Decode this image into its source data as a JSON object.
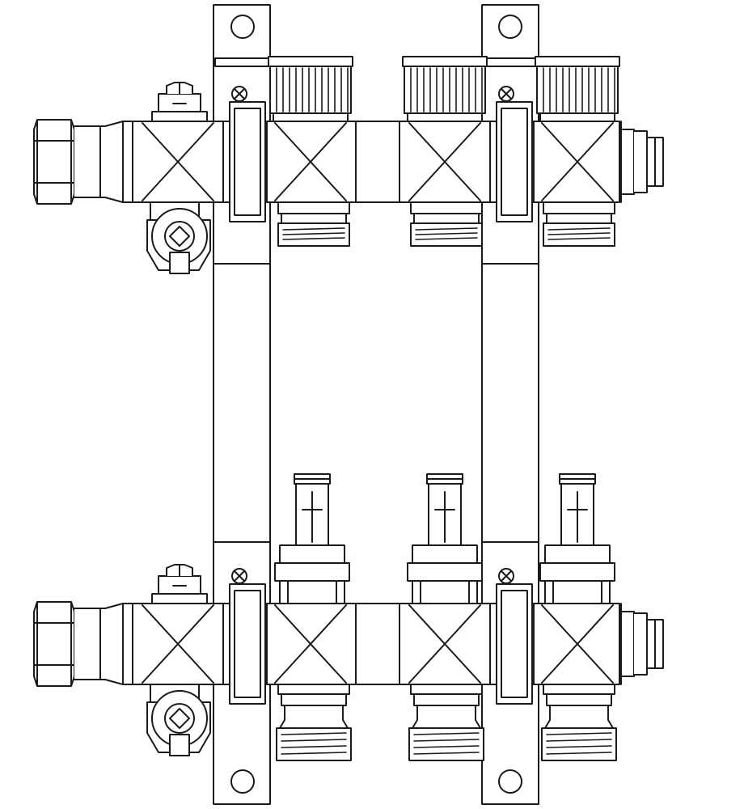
{
  "drawing": {
    "colors": {
      "line": "#1a1a1a",
      "background": "#ffffff"
    },
    "manifolds": [
      "supply-manifold",
      "return-manifold"
    ],
    "outlets_per_manifold": 3,
    "brackets": 2,
    "top_outlet_fittings": "valve-cap",
    "bottom_outlet_fittings": "flow-meter"
  }
}
